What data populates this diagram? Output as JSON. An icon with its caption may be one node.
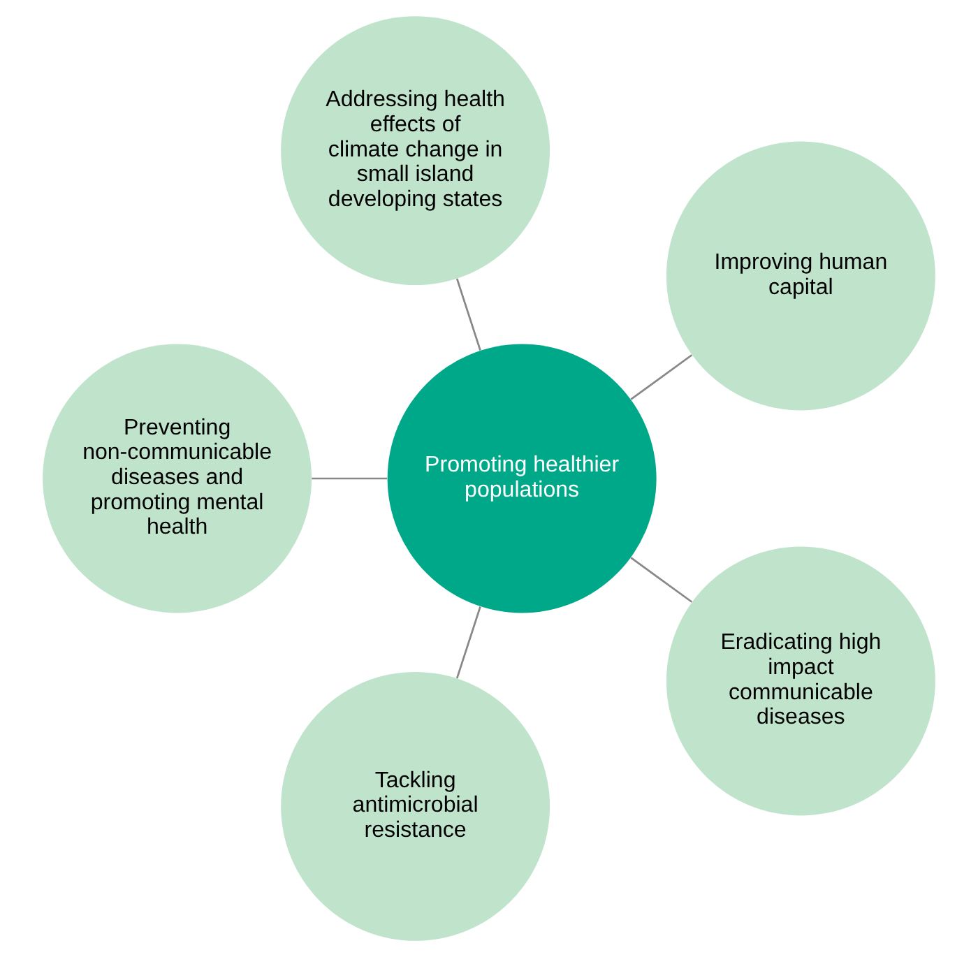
{
  "diagram": {
    "nodes": [
      {
        "text": [
          "Promoting healthier populations"
        ]
      },
      {
        "text": [
          "Improving human capital"
        ]
      },
      {
        "text": [
          "Addressing health effects of climate change in small island developing states"
        ]
      },
      {
        "text": [
          "Preventing non-communicable diseases and promoting mental health"
        ]
      },
      {
        "text": [
          "Tackling antimicrobial resistance"
        ]
      },
      {
        "text": [
          "Eradicating high impact communicable diseases"
        ]
      }
    ],
    "edges": [
      {
        "from": 0,
        "to": 1,
        "arrow": "none"
      },
      {
        "from": 0,
        "to": 3,
        "arrow": "none"
      },
      {
        "from": 0,
        "to": 5,
        "arrow": "none"
      },
      {
        "from": 0,
        "to": 4,
        "arrow": "none"
      },
      {
        "from": 0,
        "to": 2,
        "arrow": "none"
      }
    ]
  }
}
